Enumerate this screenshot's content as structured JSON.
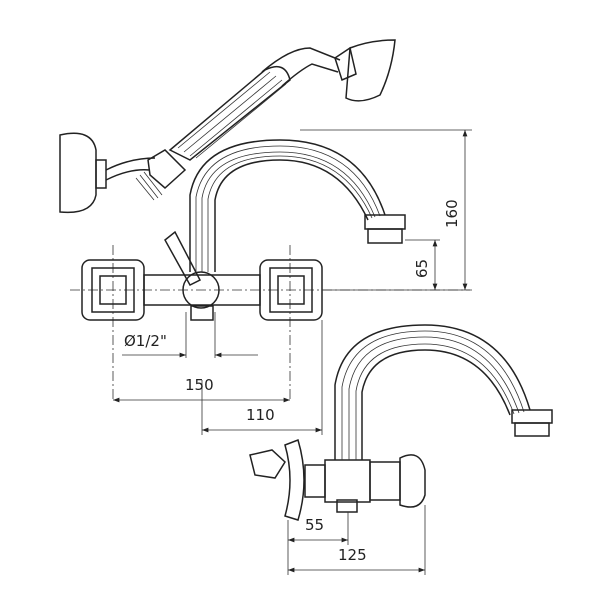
{
  "dimensions": {
    "height_total": "160",
    "height_spout": "65",
    "connection": "Ø1/2\"",
    "centers": "150",
    "projection": "110",
    "side_offset": "55",
    "side_depth": "125"
  },
  "colors": {
    "line": "#222222",
    "background": "#ffffff"
  }
}
